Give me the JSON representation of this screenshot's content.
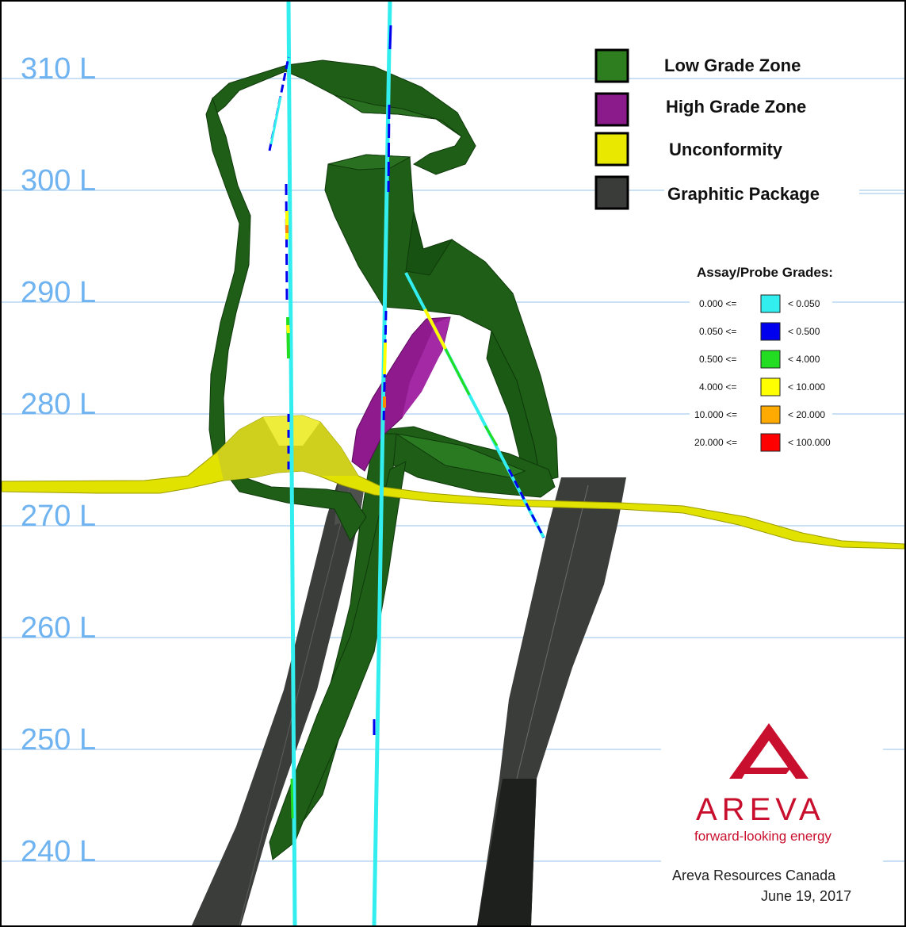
{
  "levels": [
    {
      "label": "310 L"
    },
    {
      "label": "300 L"
    },
    {
      "label": "290 L"
    },
    {
      "label": "280 L"
    },
    {
      "label": "270 L"
    },
    {
      "label": "260 L"
    },
    {
      "label": "250 L"
    },
    {
      "label": "240 L"
    }
  ],
  "legend": {
    "items": [
      {
        "label": "Low Grade Zone",
        "color": "#2e7d1e"
      },
      {
        "label": "High Grade Zone",
        "color": "#8b1a8b"
      },
      {
        "label": "Unconformity",
        "color": "#e8e800"
      },
      {
        "label": "Graphitic Package",
        "color": "#3a3c3a"
      }
    ]
  },
  "grades": {
    "title": "Assay/Probe Grades:",
    "rows": [
      {
        "low": "0.000 <=",
        "high": "< 0.050",
        "color": "#33eeee"
      },
      {
        "low": "0.050 <=",
        "high": "< 0.500",
        "color": "#0000ee"
      },
      {
        "low": "0.500 <=",
        "high": "< 4.000",
        "color": "#22dd22"
      },
      {
        "low": "4.000 <=",
        "high": "< 10.000",
        "color": "#ffff00"
      },
      {
        "low": "10.000 <=",
        "high": "< 20.000",
        "color": "#ffaa00"
      },
      {
        "low": "20.000 <=",
        "high": "< 100.000",
        "color": "#ff0000"
      }
    ]
  },
  "branding": {
    "name": "AREVA",
    "tagline": "forward-looking energy",
    "company": "Areva Resources Canada",
    "date": "June 19, 2017",
    "brand_color": "#c8102e"
  }
}
